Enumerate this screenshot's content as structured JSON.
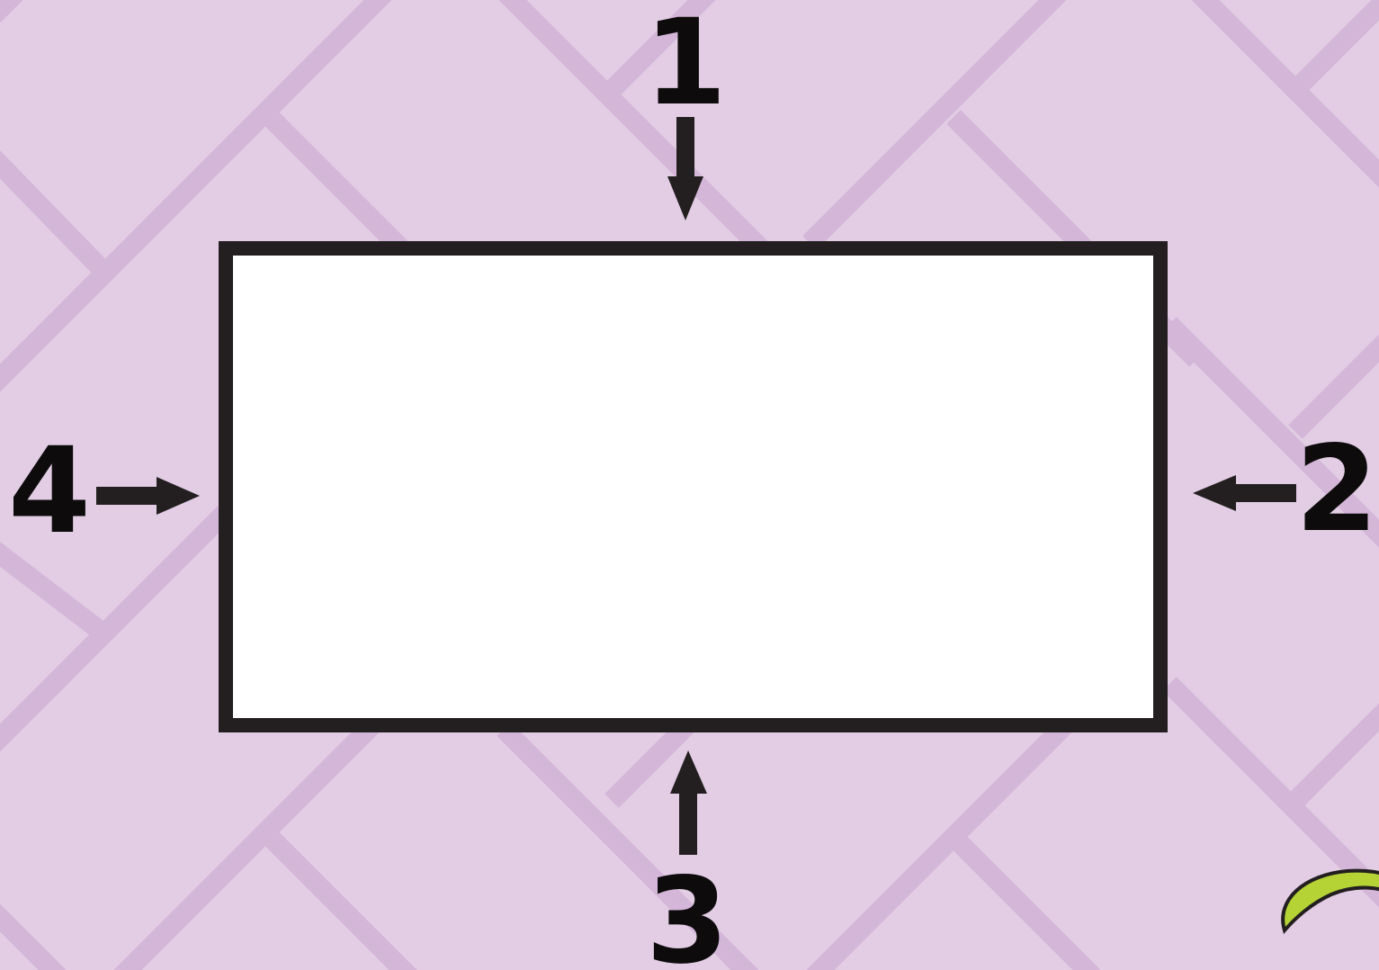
{
  "diagram": {
    "side_labels": {
      "top": "1",
      "right": "2",
      "bottom": "3",
      "left": "4"
    },
    "colors": {
      "background": "#e2cde4",
      "lattice": "#d4b6d8",
      "rectangle_fill": "#ffffff",
      "rectangle_stroke": "#231f20",
      "arrow": "#231f20",
      "accent_logo": "#b5d334"
    }
  }
}
